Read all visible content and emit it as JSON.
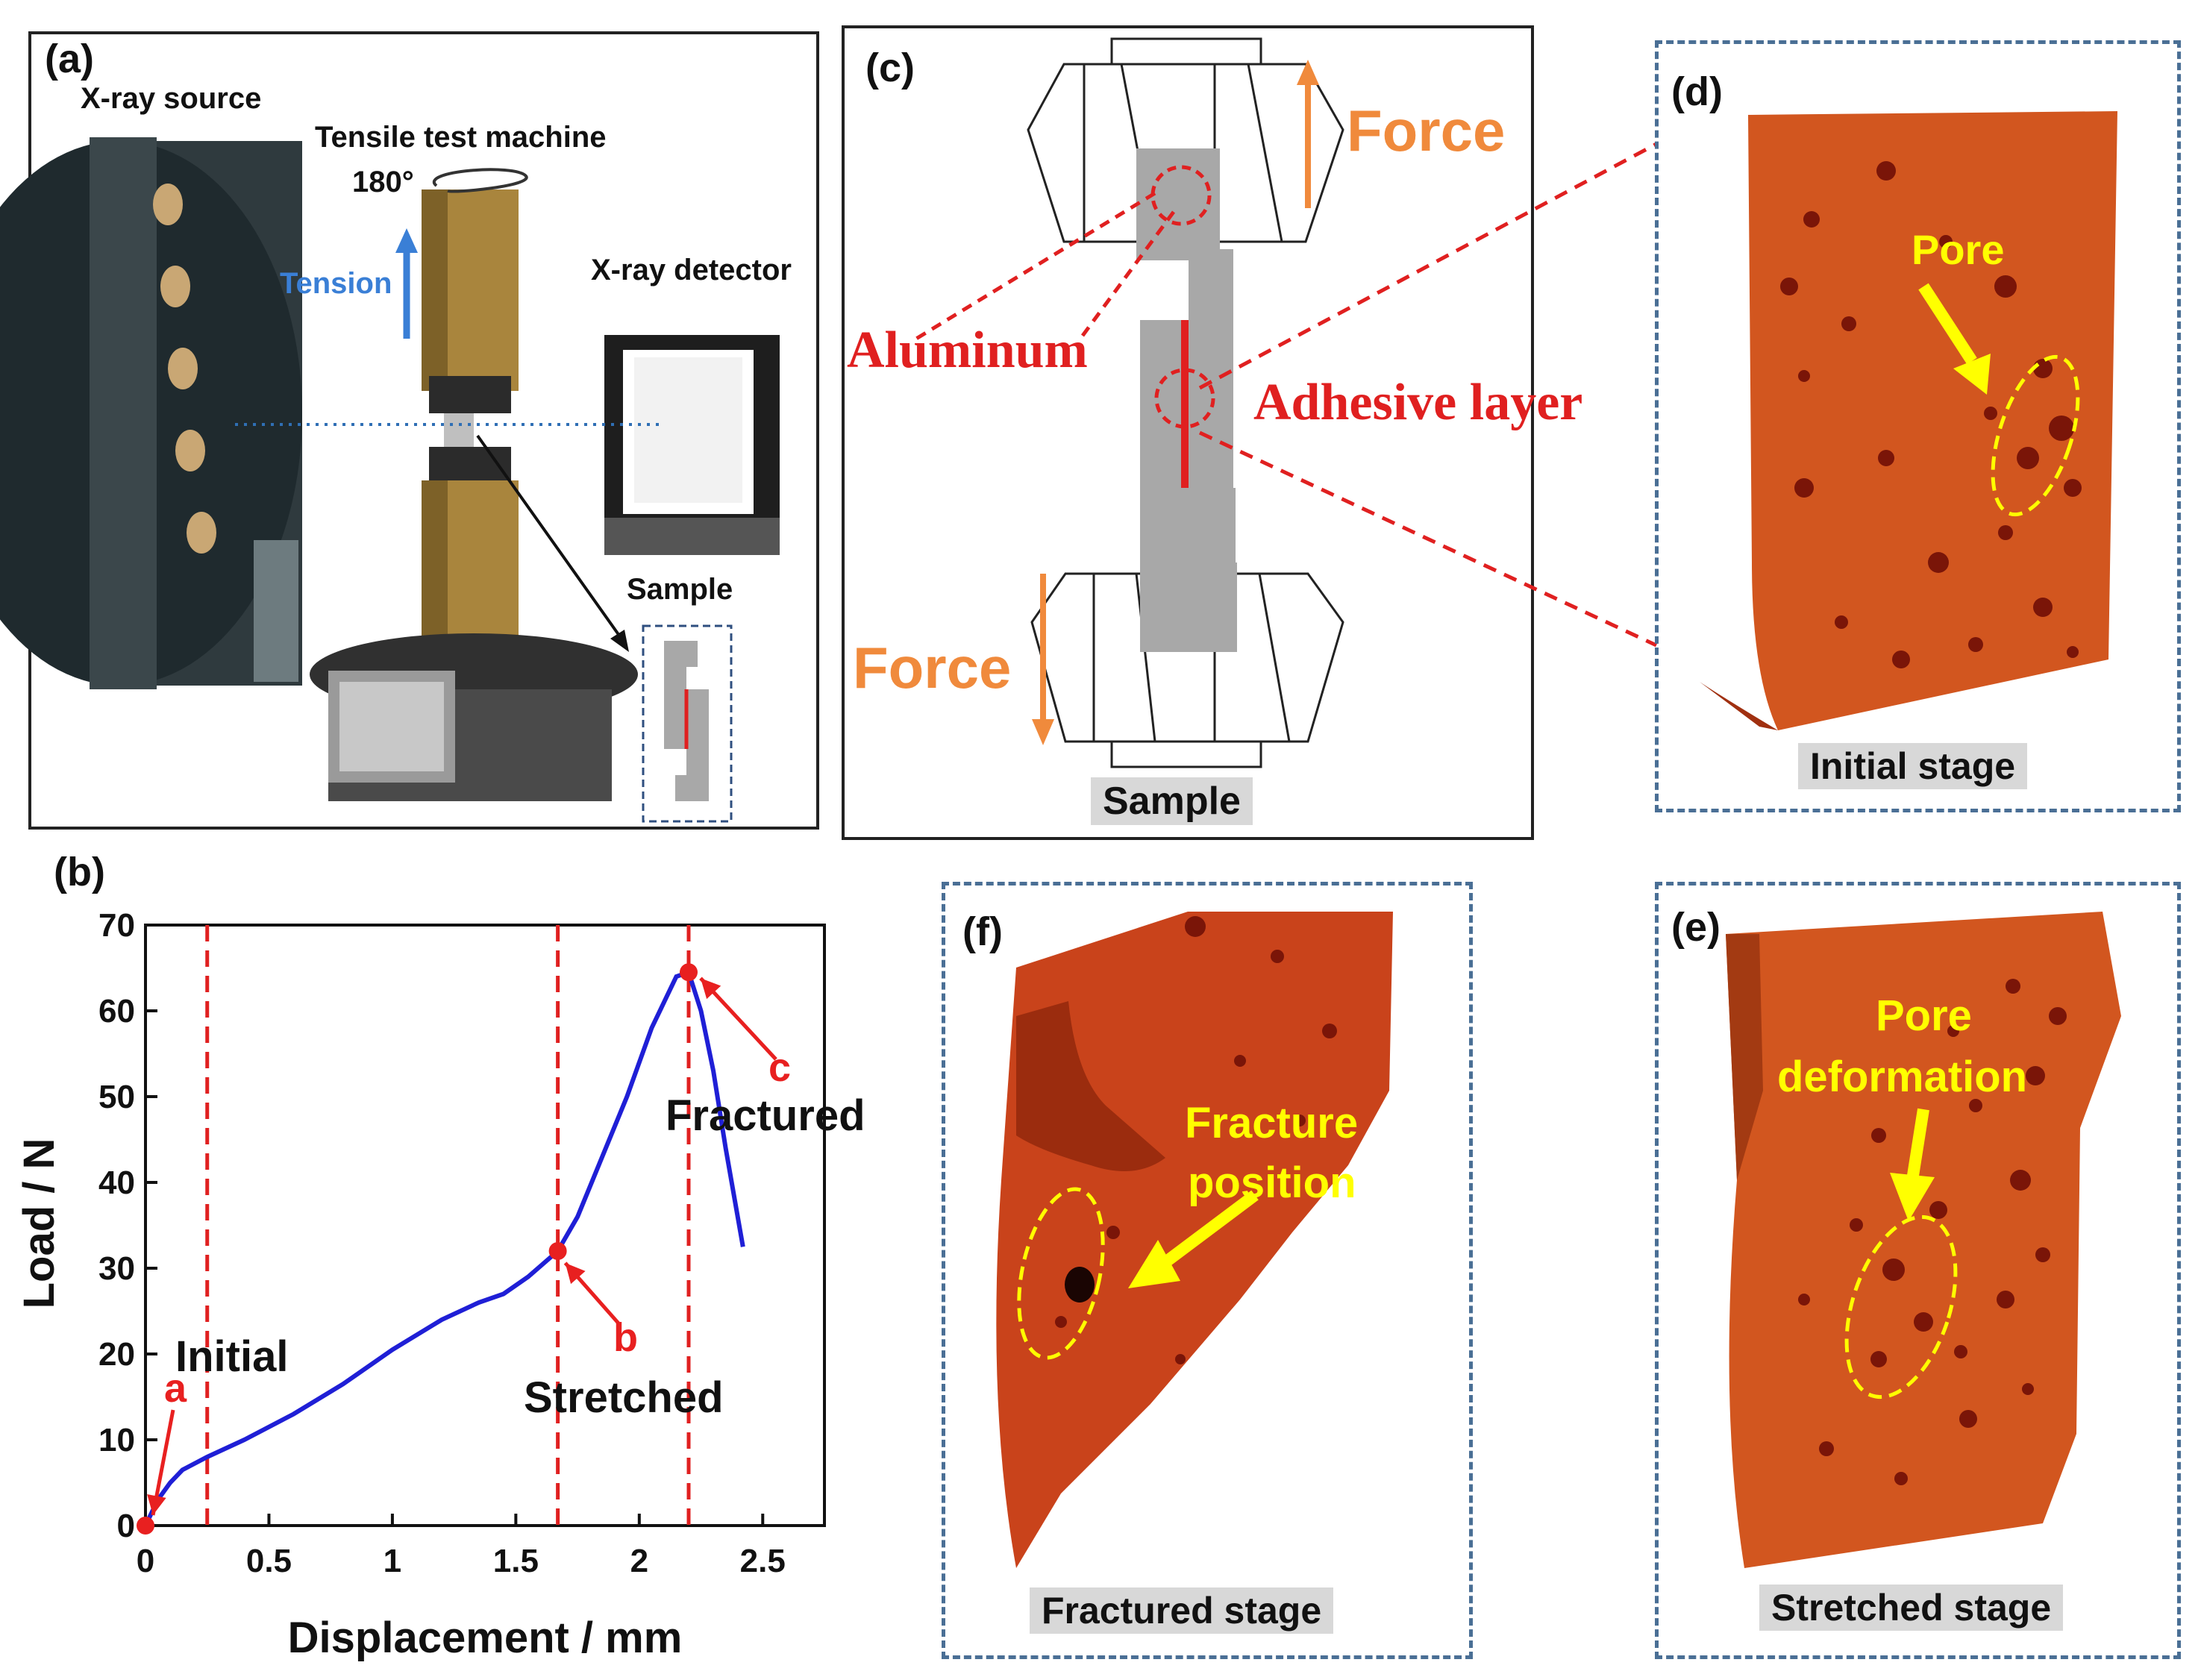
{
  "panels": {
    "a": {
      "letter": "(a)",
      "xray_source": "X-ray source",
      "machine": "Tensile test machine",
      "rotation": "180°",
      "tension": "Tension",
      "detector": "X-ray detector",
      "sample": "Sample"
    },
    "b": {
      "letter": "(b)"
    },
    "c": {
      "letter": "(c)",
      "force_top": "Force",
      "force_bottom": "Force",
      "aluminum": "Aluminum",
      "adhesive": "Adhesive layer",
      "sample": "Sample"
    },
    "d": {
      "letter": "(d)",
      "pore": "Pore",
      "stage": "Initial stage"
    },
    "e": {
      "letter": "(e)",
      "pore_line1": "Pore",
      "pore_line2": "deformation",
      "stage": "Stretched stage"
    },
    "f": {
      "letter": "(f)",
      "fracture_line1": "Fracture",
      "fracture_line2": "position",
      "stage": "Fractured stage"
    }
  },
  "colors": {
    "curve": "#1f1fd6",
    "marker": "#e82020",
    "dashed_red": "#e02020",
    "frame_blue": "#4a6f95",
    "orange": "#f08a3c",
    "yellow": "#ffff00",
    "sample_red": "#c9431b",
    "grey": "#a8a8a8"
  },
  "chart_data": {
    "type": "line",
    "xlabel": "Displacement / mm",
    "ylabel": "Load / N",
    "xlim": [
      0,
      2.75
    ],
    "ylim": [
      0,
      70
    ],
    "xticks": [
      "0",
      "0.5",
      "1",
      "1.5",
      "2",
      "2.5"
    ],
    "xtick_values": [
      0,
      0.5,
      1,
      1.5,
      2,
      2.5
    ],
    "yticks": [
      "0",
      "10",
      "20",
      "30",
      "40",
      "50",
      "60",
      "70"
    ],
    "ytick_values": [
      0,
      10,
      20,
      30,
      40,
      50,
      60,
      70
    ],
    "series": [
      {
        "x": [
          0,
          0.05,
          0.1,
          0.15,
          0.25,
          0.4,
          0.6,
          0.8,
          1.0,
          1.2,
          1.35,
          1.45,
          1.55,
          1.67,
          1.75,
          1.85,
          1.95,
          2.05,
          2.15,
          2.2,
          2.25,
          2.3,
          2.35,
          2.42
        ],
        "y": [
          0,
          3,
          5,
          6.5,
          8,
          10,
          13,
          16.5,
          20.5,
          24,
          26,
          27,
          29,
          32,
          36,
          43,
          50,
          58,
          64,
          64.5,
          60,
          53,
          44,
          32.5
        ]
      }
    ],
    "vlines": [
      0.25,
      1.67,
      2.2
    ],
    "points": [
      {
        "label": "a",
        "name": "Initial",
        "x": 0,
        "y": 0
      },
      {
        "label": "b",
        "name": "Stretched",
        "x": 1.67,
        "y": 32
      },
      {
        "label": "c",
        "name": "Fractured",
        "x": 2.2,
        "y": 64.5
      }
    ]
  }
}
